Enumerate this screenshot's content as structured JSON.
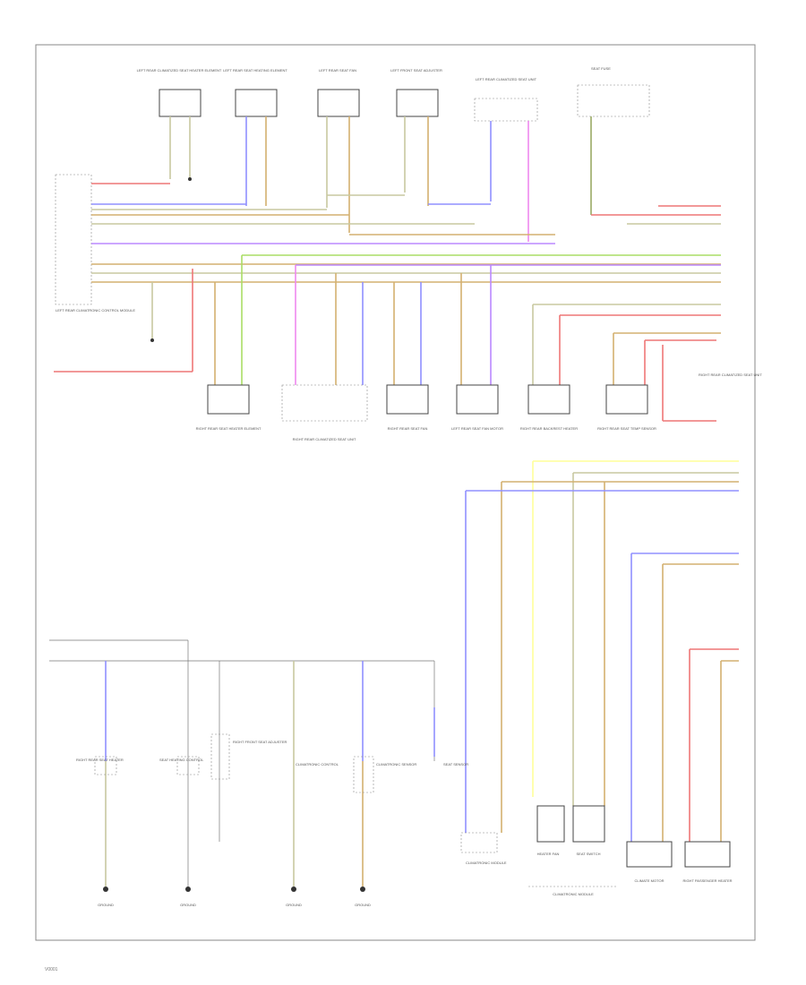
{
  "diagram": {
    "top_labels": [
      "LEFT REAR CLIMATIZED SEAT HEATER ELEMENT",
      "LEFT REAR SEAT HEATING ELEMENT",
      "LEFT REAR SEAT FAN",
      "LEFT FRONT SEAT ADJUSTER",
      "LEFT REAR CLIMATIZED SEAT UNIT",
      "SEAT FUSE"
    ],
    "left_module_label": "LEFT REAR CLIMATRONIC CONTROL MODULE",
    "mid_components": [
      "RIGHT REAR SEAT HEATER ELEMENT",
      "RIGHT REAR CLIMATIZED SEAT UNIT",
      "RIGHT REAR SEAT FAN",
      "LEFT REAR SEAT FAN MOTOR",
      "RIGHT REAR BACKREST HEATER",
      "RIGHT REAR SEAT TEMP SENSOR"
    ],
    "right_side_label": "RIGHT REAR CLIMATIZED SEAT UNIT",
    "bottom_components": [
      "RIGHT REAR SEAT HEATER",
      "SEAT HEATING CONTROL",
      "RIGHT FRONT SEAT ADJUSTER",
      "CLIMATRONIC CONTROL",
      "CLIMATRONIC SENSOR",
      "SEAT SENSOR",
      "CLIMATRONIC MODULE",
      "HEATER FAN",
      "SEAT SWITCH",
      "CLIMATE MOTOR",
      "RIGHT PASSENGER HEATER"
    ],
    "ground_labels": [
      "GROUND",
      "GROUND",
      "GROUND",
      "GROUND"
    ],
    "bottom_group_label": "CLIMATRONIC MODULE",
    "footer_code": "V0001"
  }
}
